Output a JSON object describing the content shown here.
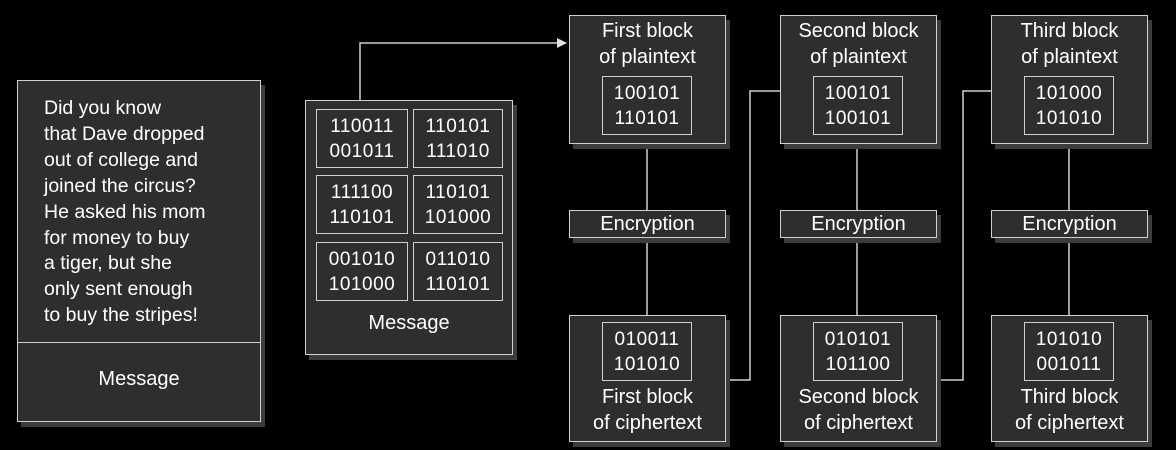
{
  "story": {
    "text": "Did you know\nthat Dave dropped\nout of college and\njoined the circus?\nHe asked his mom\nfor money to buy\na tiger, but she\nonly sent enough\nto buy the stripes!",
    "label": "Message"
  },
  "message_grid": {
    "cells": [
      "110011\n001011",
      "110101\n111010",
      "111100\n110101",
      "110101\n101000",
      "001010\n101000",
      "011010\n110101"
    ],
    "label": "Message"
  },
  "blocks": [
    {
      "plaintext_label": "First block\nof plaintext",
      "plaintext_bits": "100101\n110101",
      "encryption_label": "Encryption",
      "ciphertext_bits": "010011\n101010",
      "ciphertext_label": "First block\nof ciphertext"
    },
    {
      "plaintext_label": "Second block\nof plaintext",
      "plaintext_bits": "100101\n100101",
      "encryption_label": "Encryption",
      "ciphertext_bits": "010101\n101100",
      "ciphertext_label": "Second block\nof ciphertext"
    },
    {
      "plaintext_label": "Third block\nof plaintext",
      "plaintext_bits": "101000\n101010",
      "encryption_label": "Encryption",
      "ciphertext_bits": "101010\n001011",
      "ciphertext_label": "Third block\nof ciphertext"
    }
  ],
  "colors": {
    "background": "#000000",
    "box_fill": "#2e2e2e",
    "stroke": "#d0d0d0",
    "text": "#ffffff"
  }
}
